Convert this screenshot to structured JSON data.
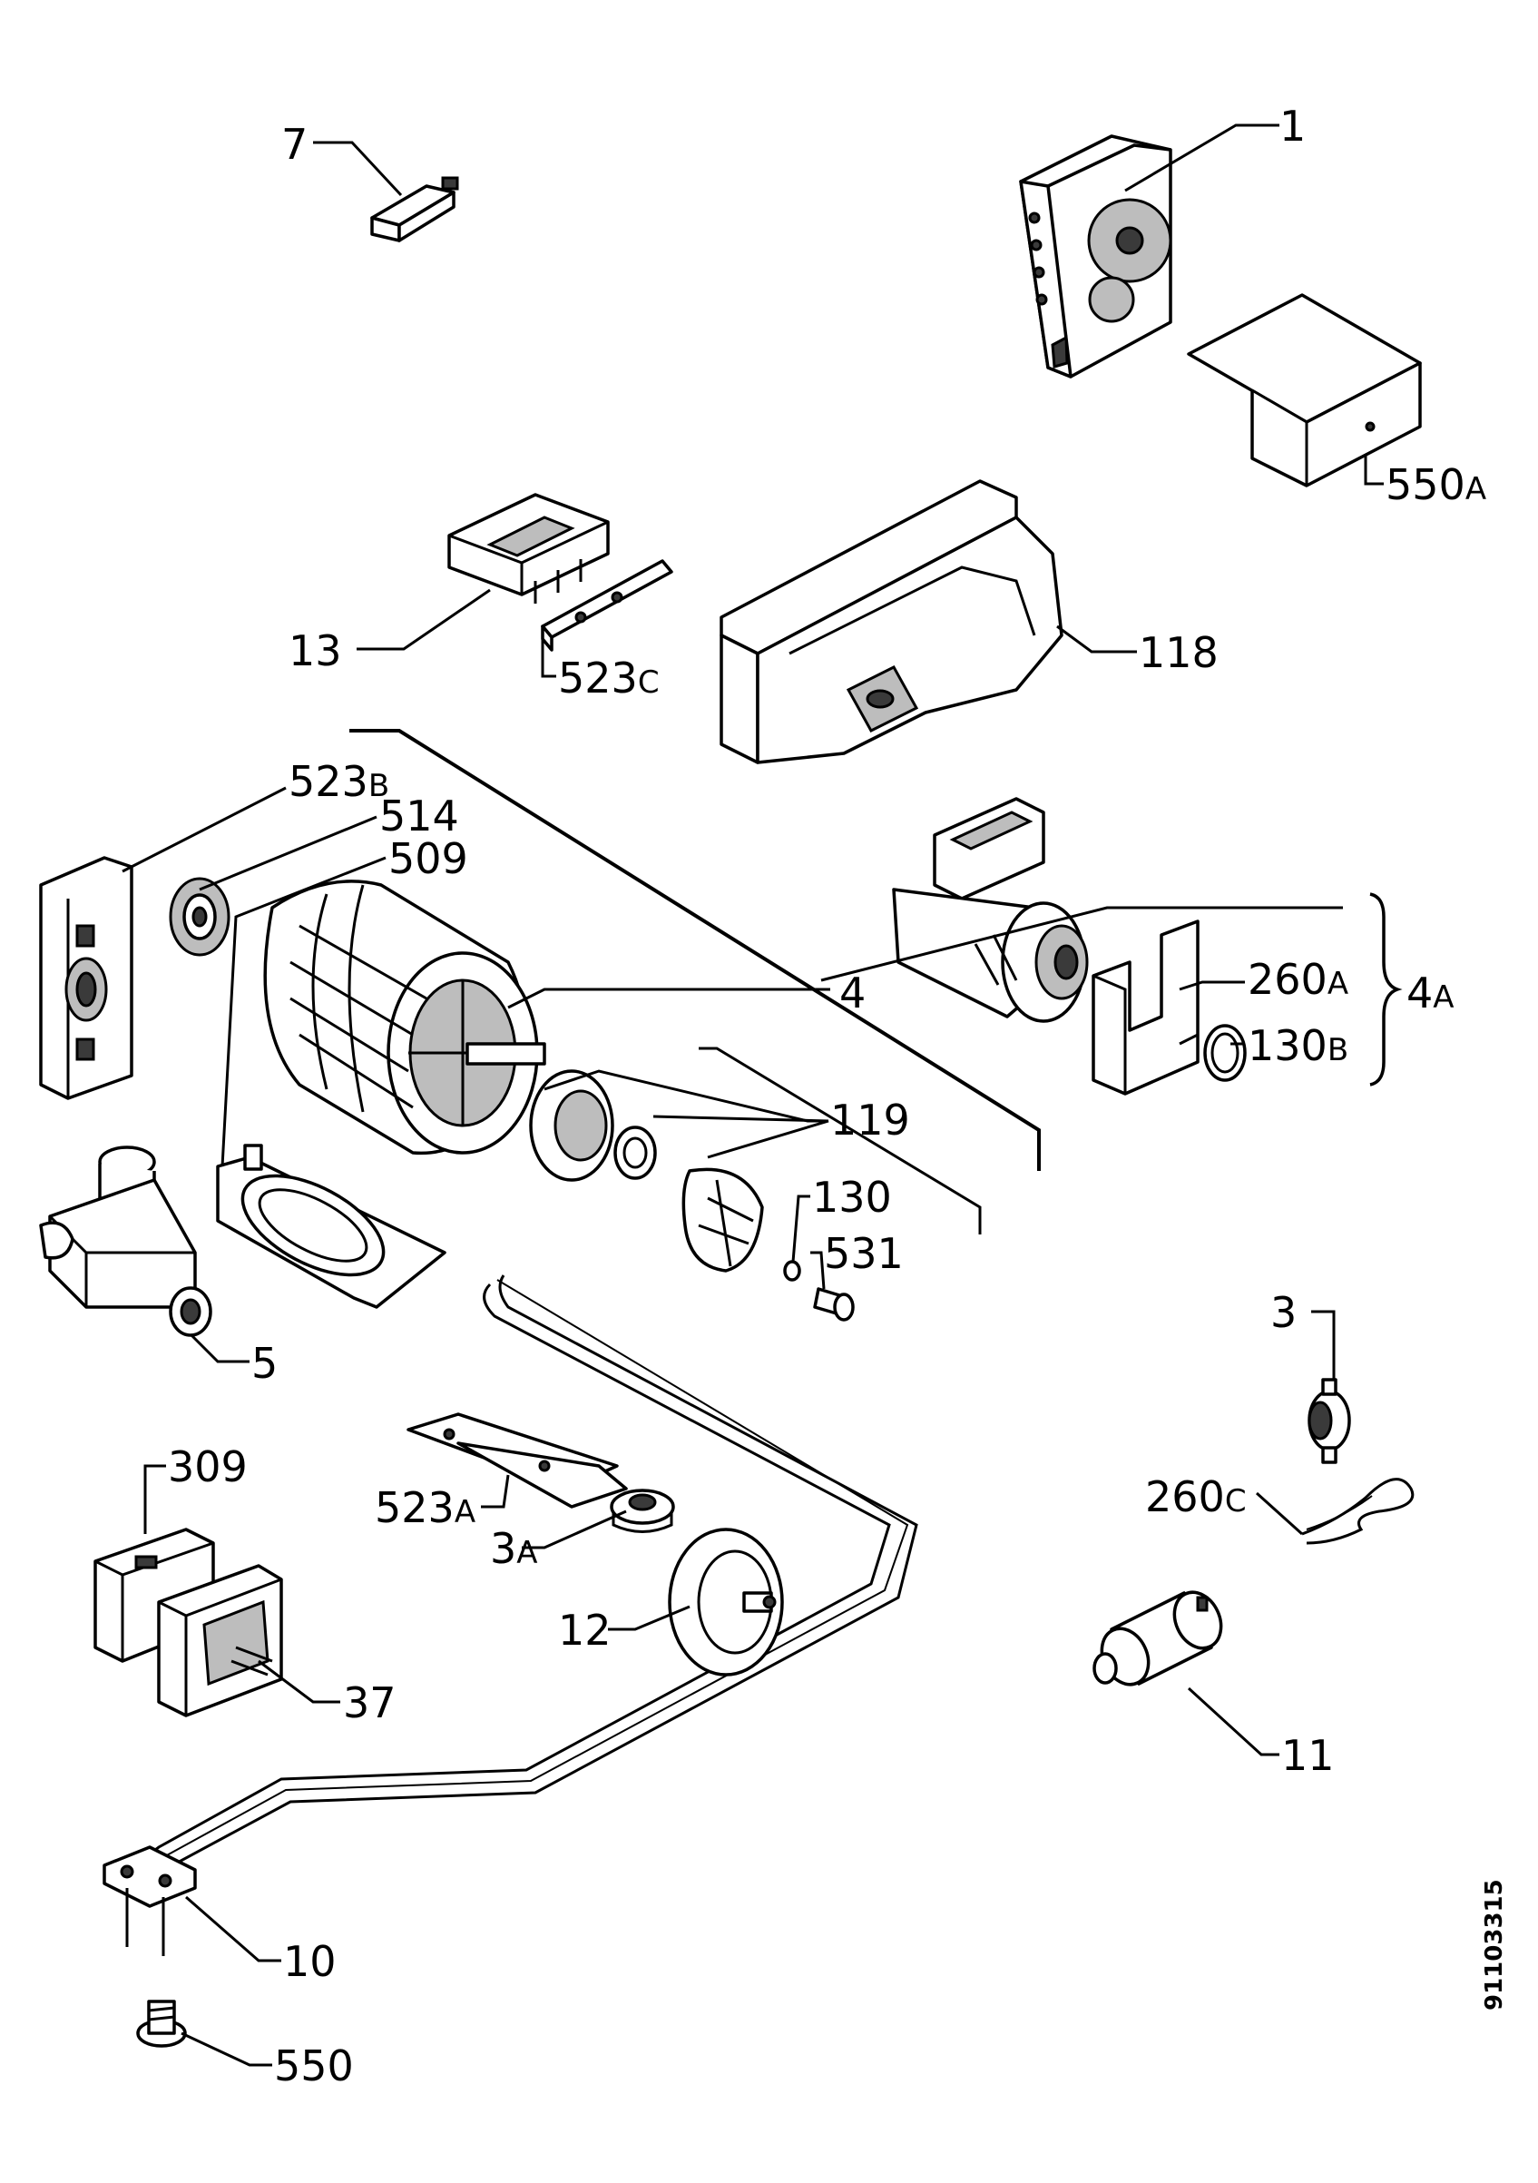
{
  "callouts": [
    {
      "id": "p7",
      "num": "7",
      "suffix": ""
    },
    {
      "id": "p1",
      "num": "1",
      "suffix": ""
    },
    {
      "id": "p550a",
      "num": "550",
      "suffix": "A"
    },
    {
      "id": "p13",
      "num": "13",
      "suffix": ""
    },
    {
      "id": "p523c",
      "num": "523",
      "suffix": "C"
    },
    {
      "id": "p118",
      "num": "118",
      "suffix": ""
    },
    {
      "id": "p523b",
      "num": "523",
      "suffix": "B"
    },
    {
      "id": "p514",
      "num": "514",
      "suffix": ""
    },
    {
      "id": "p509",
      "num": "509",
      "suffix": ""
    },
    {
      "id": "p4",
      "num": "4",
      "suffix": ""
    },
    {
      "id": "p260a",
      "num": "260",
      "suffix": "A"
    },
    {
      "id": "p4a",
      "num": "4",
      "suffix": "A"
    },
    {
      "id": "p130b",
      "num": "130",
      "suffix": "B"
    },
    {
      "id": "p119",
      "num": "119",
      "suffix": ""
    },
    {
      "id": "p130",
      "num": "130",
      "suffix": ""
    },
    {
      "id": "p531",
      "num": "531",
      "suffix": ""
    },
    {
      "id": "p5",
      "num": "5",
      "suffix": ""
    },
    {
      "id": "p3",
      "num": "3",
      "suffix": ""
    },
    {
      "id": "p309",
      "num": "309",
      "suffix": ""
    },
    {
      "id": "p523a",
      "num": "523",
      "suffix": "A"
    },
    {
      "id": "p260c",
      "num": "260",
      "suffix": "C"
    },
    {
      "id": "p3a",
      "num": "3",
      "suffix": "A"
    },
    {
      "id": "p12",
      "num": "12",
      "suffix": ""
    },
    {
      "id": "p37",
      "num": "37",
      "suffix": ""
    },
    {
      "id": "p11",
      "num": "11",
      "suffix": ""
    },
    {
      "id": "p10",
      "num": "10",
      "suffix": ""
    },
    {
      "id": "p550",
      "num": "550",
      "suffix": ""
    }
  ],
  "drawing_number": "91103315"
}
